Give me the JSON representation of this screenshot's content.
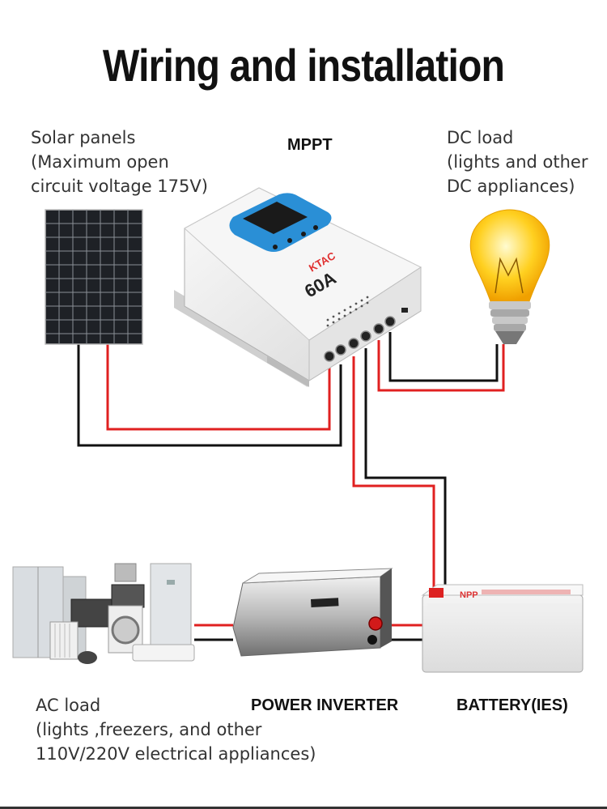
{
  "title": "Wiring and installation",
  "labels": {
    "solar": "Solar panels\n(Maximum open\ncircuit voltage 175V)",
    "mppt": "MPPT",
    "dc_load": "DC load\n(lights and other\nDC appliances)",
    "ac_load": "AC load\n(lights ,freezers, and other\n110V/220V electrical appliances)",
    "inverter": "POWER INVERTER",
    "battery": "BATTERY(IES)"
  },
  "controller": {
    "brand": "KTAC",
    "rating": "60A"
  },
  "battery_brand": "NPP",
  "colors": {
    "positive_wire": "#e02020",
    "negative_wire": "#111111",
    "screen_bezel": "#2a8fd6"
  }
}
